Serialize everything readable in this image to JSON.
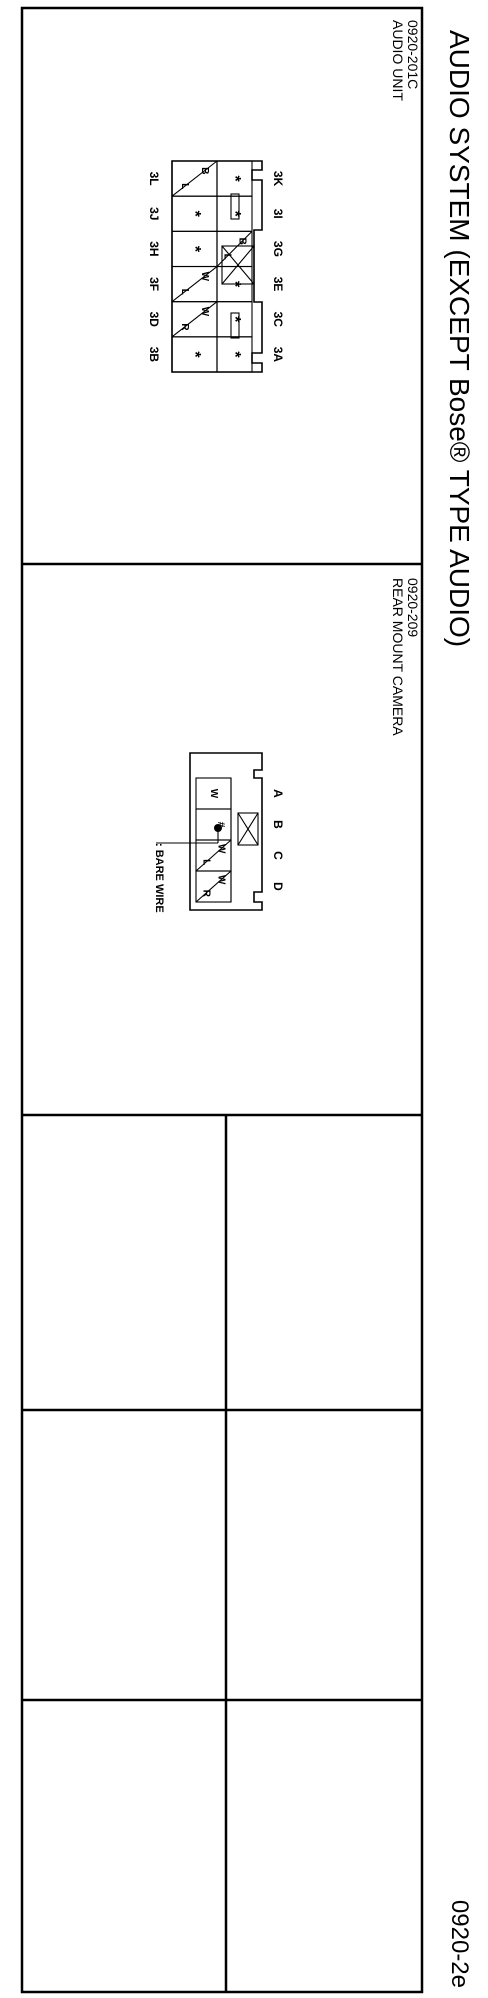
{
  "page": {
    "title": "AUDIO SYSTEM (EXCEPT Bose® TYPE AUDIO)",
    "page_number": "0920-2e"
  },
  "connectors": [
    {
      "code": "0920-201C",
      "name": "AUDIO UNIT",
      "pins_top": [
        "3K",
        "3I",
        "3G",
        "3E",
        "3C",
        "3A"
      ],
      "pins_bottom": [
        "3L",
        "3J",
        "3H",
        "3F",
        "3D",
        "3B"
      ],
      "top_row": [
        {
          "wire": "star",
          "a": "",
          "b": ""
        },
        {
          "wire": "star",
          "a": "",
          "b": ""
        },
        {
          "wire": "split",
          "a": "B",
          "b": "L"
        },
        {
          "wire": "star",
          "a": "",
          "b": ""
        },
        {
          "wire": "star",
          "a": "",
          "b": ""
        },
        {
          "wire": "star",
          "a": "",
          "b": ""
        }
      ],
      "bottom_row": [
        {
          "wire": "split",
          "a": "B",
          "b": "L"
        },
        {
          "wire": "star",
          "a": "",
          "b": ""
        },
        {
          "wire": "star",
          "a": "",
          "b": ""
        },
        {
          "wire": "split",
          "a": "W",
          "b": "L"
        },
        {
          "wire": "split",
          "a": "W",
          "b": "R"
        },
        {
          "wire": "star",
          "a": "",
          "b": ""
        }
      ]
    },
    {
      "code": "0920-209",
      "name": "REAR MOUNT CAMERA",
      "pins": [
        "A",
        "B",
        "C",
        "D"
      ],
      "top_row": [
        {
          "wire": "solid",
          "a": "W",
          "b": ""
        },
        {
          "wire": "bare",
          "a": "#",
          "b": ""
        },
        {
          "wire": "split",
          "a": "W",
          "b": "L"
        },
        {
          "wire": "split",
          "a": "W",
          "b": "R"
        }
      ],
      "legend_symbol": "#",
      "legend_text": ": BARE WIRE"
    }
  ]
}
